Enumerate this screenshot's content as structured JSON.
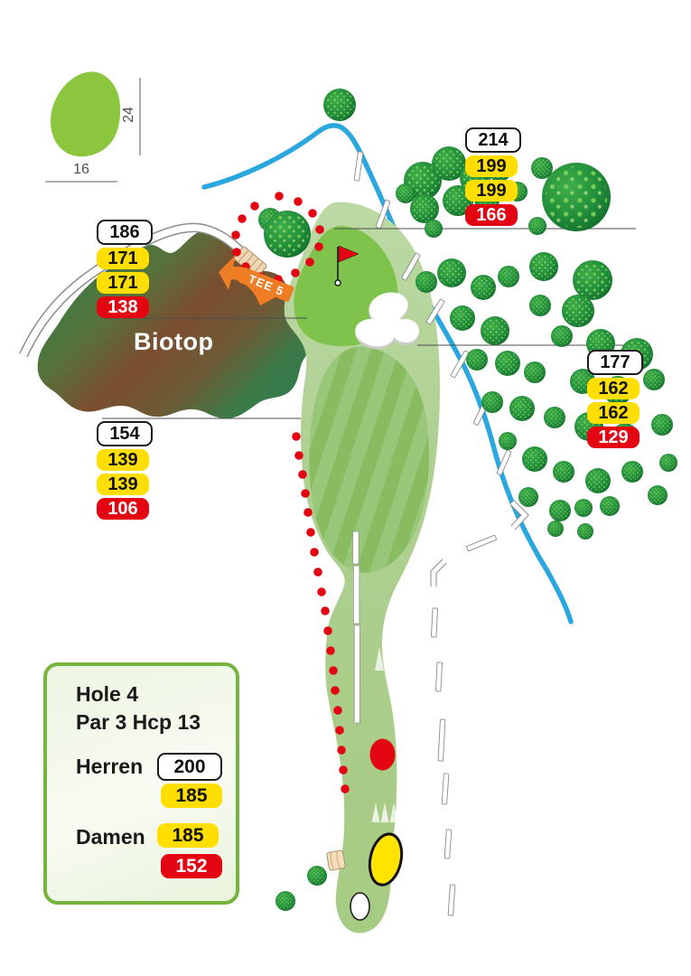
{
  "legend": {
    "height_label": "24",
    "width_label": "16"
  },
  "labels": {
    "biotop": "Biotop",
    "tee": "TEE 5"
  },
  "markers": [
    {
      "name": "distance-marker-214",
      "pills": [
        {
          "text": "214",
          "style": "white"
        },
        {
          "text": "199",
          "style": "yellow"
        },
        {
          "text": "199",
          "style": "yellow"
        },
        {
          "text": "166",
          "style": "red"
        }
      ]
    },
    {
      "name": "distance-marker-186",
      "pills": [
        {
          "text": "186",
          "style": "white"
        },
        {
          "text": "171",
          "style": "yellow"
        },
        {
          "text": "171",
          "style": "yellow"
        },
        {
          "text": "138",
          "style": "red"
        }
      ]
    },
    {
      "name": "distance-marker-177",
      "pills": [
        {
          "text": "177",
          "style": "white"
        },
        {
          "text": "162",
          "style": "yellow"
        },
        {
          "text": "162",
          "style": "yellow"
        },
        {
          "text": "129",
          "style": "red"
        }
      ]
    },
    {
      "name": "distance-marker-154",
      "pills": [
        {
          "text": "154",
          "style": "white"
        },
        {
          "text": "139",
          "style": "yellow"
        },
        {
          "text": "139",
          "style": "yellow"
        },
        {
          "text": "106",
          "style": "red"
        }
      ]
    }
  ],
  "info": {
    "line1": "Hole 4",
    "line2": "Par 3 Hcp 13",
    "rows": [
      {
        "label": "Herren",
        "pills": [
          {
            "text": "200",
            "style": "white"
          },
          {
            "text": "185",
            "style": "yellow"
          }
        ]
      },
      {
        "label": "Damen",
        "pills": [
          {
            "text": "185",
            "style": "yellow"
          },
          {
            "text": "152",
            "style": "red"
          }
        ]
      }
    ]
  },
  "colors": {
    "yellow_tee": "#FFDE00",
    "red_tee": "#E30612",
    "white_tee": "#FFFFFF",
    "info_border_green": "#76B43F",
    "tee_arrow_orange": "#EF7D25",
    "stream_blue": "#2BA7E0",
    "fairway_green": "#A9CD89",
    "putting_green": "#7FC24C",
    "legend_green": "#8CC63E",
    "tree_green": "#1E8038",
    "biotop_brown": "#7A4E30",
    "hazard_dot_red": "#E30612"
  }
}
